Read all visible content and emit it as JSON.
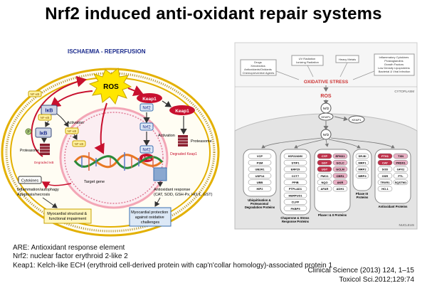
{
  "title": "Nrf2 induced anti-oxidant repair systems",
  "left_figure": {
    "header": "ISCHAEMIA - REPERFUSION",
    "ros": "ROS",
    "keap1": "Keap1",
    "nrf2": "Nrf2",
    "ikb": "IκB",
    "nfkb": "NF-κB",
    "p": "P",
    "proteasome": "Proteasome",
    "degraded_ikb": "Degraded IκB",
    "degraded_keap1": "Degraded Keap1",
    "activation": "Activation",
    "target_gene": "Target gene",
    "are": "ARE",
    "cytokines": "Cytokines",
    "inflammation": "Inflammation/autophagy\nApoptosis/necrosis",
    "impairment": "Myocardial structural &\nfunctional impairment",
    "antioxidant_response": "Antioxidant response\n(CAT, SOD, GSH-Px, HO-1, GST)",
    "protection": "Myocardial protection\nagainst oxidative\nchallenges"
  },
  "right_figure": {
    "inputs": [
      "Drugs\nXenobiotics\nAntioxidants/Oxidants\nChemopreventive Agents",
      "UV Radiation\nIonizing Radiation",
      "Heavy Metals",
      "Inflammatory Cytokines\nProstaglandins\nGrowth Factors\nLow Density Lipoproteins\nBacterial & Viral Infection"
    ],
    "oxidative_stress": "OXIDATIVE STRESS",
    "cytoplasm": "CYTOPLASM",
    "ros": "ROS",
    "nrf2": "Nrf2",
    "keap1": "KEAP1",
    "keap1_free": "KEAP1",
    "nrf2_nucleus": "Nrf2",
    "nucleus": "NUCLEUS",
    "groups": [
      {
        "items": [
          "VCP",
          "PSM",
          "UB2R1",
          "USP14",
          "UBB",
          "HIP2"
        ],
        "label": "Ubiquitination &\nProteasomal\nDegradation Proteins"
      },
      {
        "items": [
          "HSP22/40/90",
          "STIP1",
          "ERP29",
          "CCT7",
          "PPIB",
          "PTPLAD1",
          "HERPUD1",
          "CLPP",
          "FKBP5"
        ],
        "label": "Chaperone & Stress\nResponse Proteins"
      },
      {
        "items": [
          "CYP",
          "EPHX1",
          "GST",
          "GCLC",
          "UGT",
          "GCLM",
          "FMO1",
          "CBR1",
          "NQO",
          "AKR",
          "AFAR",
          "ADH1"
        ],
        "label": "Phase I & II Proteins"
      },
      {
        "items": [
          "SR-BI",
          "MRP1",
          "MRP2",
          "MRP4"
        ],
        "label": "Phase III\nProteins"
      },
      {
        "items": [
          "FTH1",
          "TXN",
          "CAT",
          "PRDX1",
          "SOD",
          "GPX2",
          "GSR",
          "FTL",
          "TRXR1",
          "SQSTM1",
          "HO-1"
        ],
        "label": "Antioxidant Proteins"
      }
    ]
  },
  "legend": [
    "ARE: Antioxidant response element",
    "Nrf2: nuclear factor erythroid 2-like 2",
    "Keap1: Kelch-like ECH (erythroid cell-derived protein with cap'n'collar homology)-associated protein 1"
  ],
  "citations": [
    "Clinical Science (2013) 124, 1–15",
    "Toxicol Sci.2012;129:74"
  ],
  "colors": {
    "header_blue": "#1a2a8c",
    "ros_yellow": "#ffe600",
    "keap1_red": "#c8102e",
    "nrf2_blue": "#3a6fb0",
    "membrane_gold": "#e3b000",
    "nucleus_pink": "#f3a6b6",
    "ox_stress_red": "#cc3333",
    "highlight_red": "#c0304a",
    "highlight_pink": "#e8b0c4"
  }
}
